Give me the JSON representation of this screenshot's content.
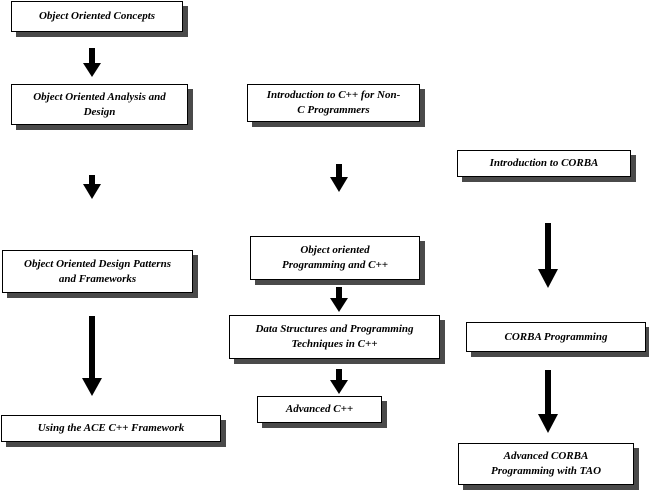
{
  "boxes": {
    "oo_concepts": "Object Oriented Concepts",
    "ooad": "Object Oriented Analysis and\nDesign",
    "intro_cpp": "Introduction to C++ for Non-\nC Programmers",
    "intro_corba": "Introduction to CORBA",
    "oo_design_patterns": "Object Oriented Design Patterns\nand Frameworks",
    "oop_cpp": "Object oriented\nProgramming and C++",
    "data_structures": "Data Structures and Programming\nTechniques in C++",
    "corba_programming": "CORBA Programming",
    "advanced_cpp": "Advanced C++",
    "ace_framework": "Using the ACE C++ Framework",
    "advanced_corba": "Advanced CORBA\nProgramming with TAO"
  },
  "colors": {
    "box_border": "#000000",
    "box_shadow": "#4a4a4a",
    "arrow": "#000000"
  }
}
